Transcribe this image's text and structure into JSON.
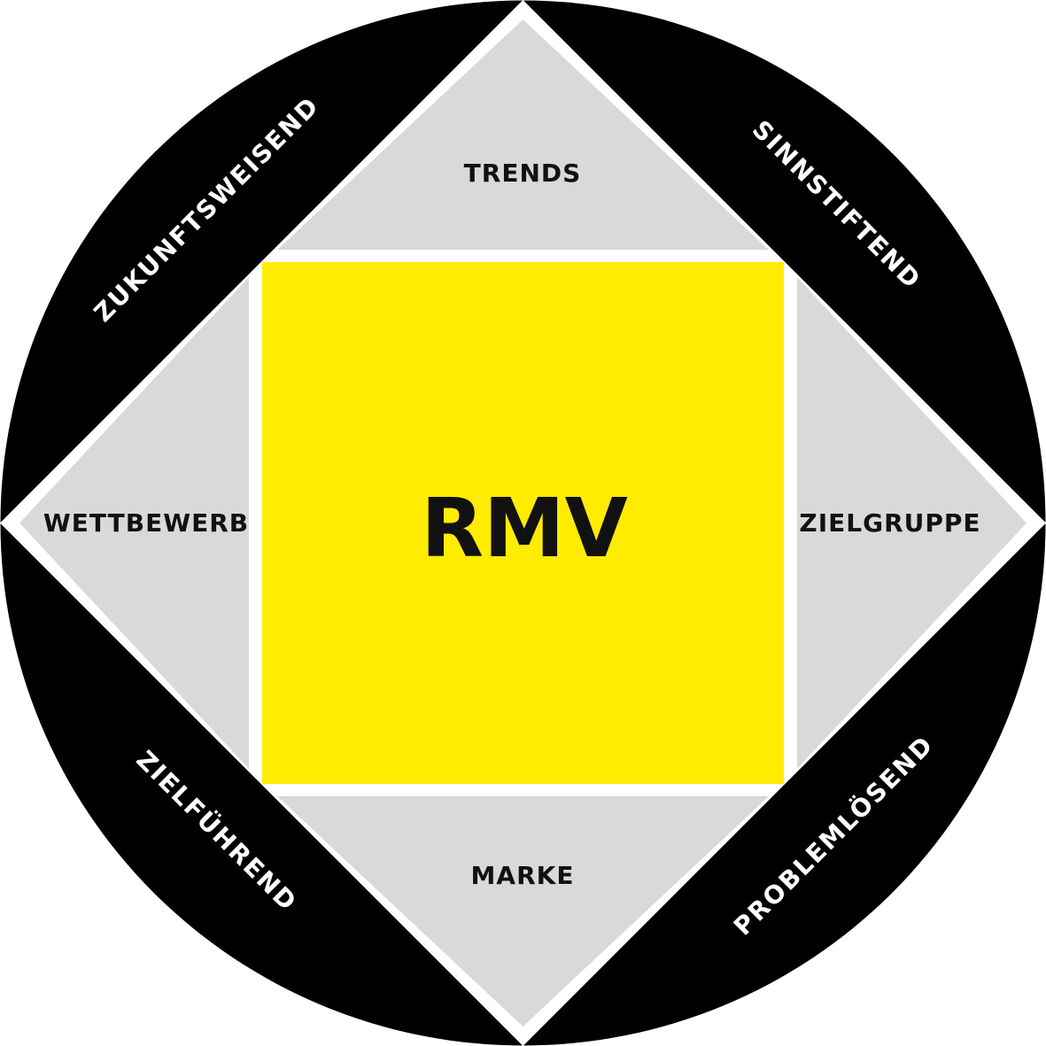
{
  "center": {
    "label": "RMV"
  },
  "inner_labels": {
    "top": "TRENDS",
    "right": "ZIELGRUPPE",
    "bottom": "MARKE",
    "left": "WETTBEWERB"
  },
  "outer_labels": {
    "top_left": "ZUKUNFTSWEISEND",
    "top_right": "SINNSTIFTEND",
    "bottom_left": "ZIELFÜHREND",
    "bottom_right": "PROBLEMLÖSEND"
  },
  "colors": {
    "outer_ring": "#000000",
    "inner_triangles": "#d9d9d9",
    "center_square": "#ffec00",
    "separator": "#ffffff"
  }
}
